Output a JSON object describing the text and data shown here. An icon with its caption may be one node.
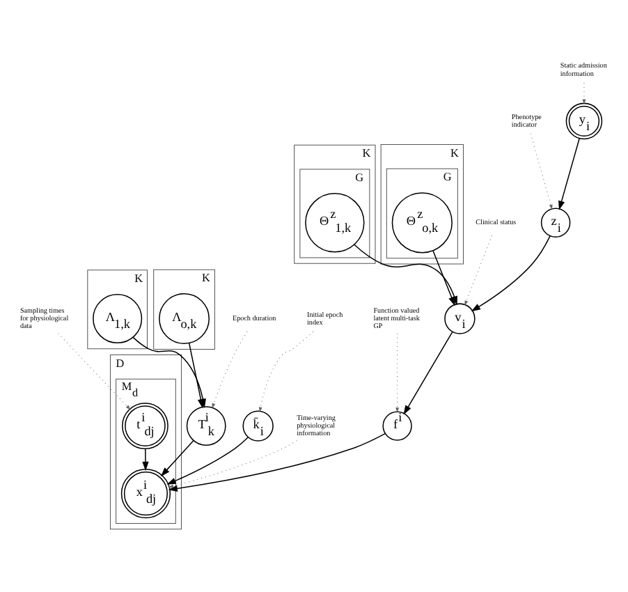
{
  "diagram": {
    "nodes": [
      {
        "text": [
          "y$_{i}$"
        ]
      },
      {
        "text": [
          "z$_{i}$"
        ]
      },
      {
        "text": [
          "K"
        ]
      },
      {
        "text": [
          "G"
        ],
        "in": 2
      },
      {
        "text": [
          "Θ$^{z}$$_{1,k}$"
        ],
        "in": 3
      },
      {
        "text": [
          "v$_{i}$"
        ]
      },
      {
        "text": [
          "K"
        ]
      },
      {
        "text": [
          "G"
        ],
        "in": 6
      },
      {
        "text": [
          "Θ$^{z}$$_{o,k}$"
        ],
        "in": 7
      },
      {
        "text": [
          "f$^{i}$"
        ]
      },
      {
        "text": [
          "D"
        ]
      },
      {
        "text": [
          "M$_{d}$"
        ],
        "in": 10
      },
      {
        "text": [
          "t$^{i}$$_{dj}$"
        ],
        "in": 11
      },
      {
        "text": [
          "x$^{i}$$_{dj}$"
        ],
        "in": 11
      },
      {
        "text": [
          "K"
        ]
      },
      {
        "text": [
          "Λ$_{1,k}$"
        ],
        "in": 14
      },
      {
        "text": [
          "T$^{i}$$_{k}$"
        ]
      },
      {
        "text": [
          "k̄$_{i}$"
        ]
      },
      {
        "text": [
          "K"
        ]
      },
      {
        "text": [
          "Λ$_{o,k}$"
        ],
        "in": 18
      },
      {
        "text": [
          "Static admission information"
        ]
      },
      {
        "text": [
          "Phenotype indicator"
        ]
      },
      {
        "text": [
          "Clinical status"
        ]
      },
      {
        "text": [
          "Function valued latent multi-task GP"
        ]
      },
      {
        "text": [
          "Sampling times for physiological data"
        ]
      },
      {
        "text": [
          "Time-varying physiological information"
        ]
      },
      {
        "text": [
          "Initial epoch index"
        ]
      },
      {
        "text": [
          "Epoch duration"
        ]
      }
    ],
    "edges": [
      {
        "from": 0,
        "to": 1,
        "arrow": "to"
      },
      {
        "from": 1,
        "to": 5,
        "arrow": "to"
      },
      {
        "from": 4,
        "to": 5,
        "arrow": "to"
      },
      {
        "from": 8,
        "to": 5,
        "arrow": "to"
      },
      {
        "from": 5,
        "to": 9,
        "arrow": "to"
      },
      {
        "from": 9,
        "to": 13,
        "arrow": "to"
      },
      {
        "from": 12,
        "to": 13,
        "arrow": "to"
      },
      {
        "from": 16,
        "to": 13,
        "arrow": "to"
      },
      {
        "from": 17,
        "to": 13,
        "arrow": "to"
      },
      {
        "from": 15,
        "to": 16,
        "arrow": "to"
      },
      {
        "from": 19,
        "to": 16,
        "arrow": "to"
      },
      {
        "from": 20,
        "to": 0,
        "arrow": "to",
        "style": "dashed",
        "color": "#666666"
      },
      {
        "from": 21,
        "to": 1,
        "arrow": "to",
        "style": "dashed",
        "color": "#666666"
      },
      {
        "from": 22,
        "to": 5,
        "arrow": "to",
        "style": "dashed",
        "color": "#666666"
      },
      {
        "from": 23,
        "to": 9,
        "arrow": "to",
        "style": "dashed",
        "color": "#666666"
      },
      {
        "from": 24,
        "to": 12,
        "arrow": "to",
        "style": "dashed",
        "color": "#666666"
      },
      {
        "from": 25,
        "to": 13,
        "arrow": "to",
        "style": "dashed",
        "color": "#666666"
      },
      {
        "from": 26,
        "to": 17,
        "arrow": "to",
        "style": "dashed",
        "color": "#666666"
      },
      {
        "from": 27,
        "to": 16,
        "arrow": "to",
        "style": "dashed",
        "color": "#666666"
      }
    ]
  }
}
